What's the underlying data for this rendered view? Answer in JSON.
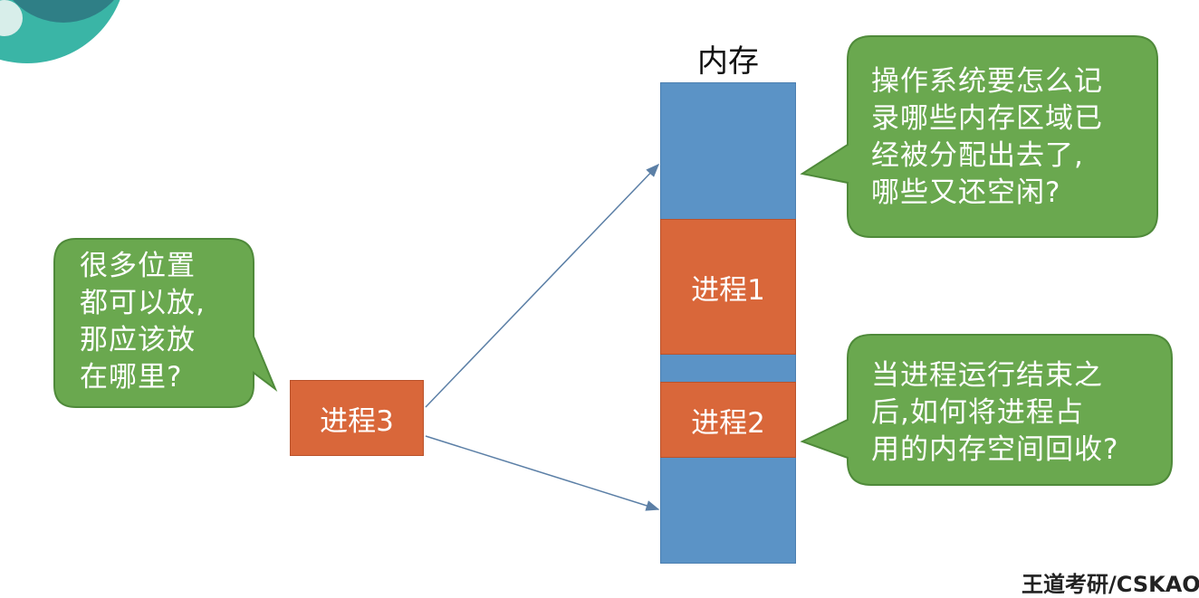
{
  "memory": {
    "title": "内存",
    "blocks": [
      {
        "label": "进程1"
      },
      {
        "label": "进程2"
      }
    ]
  },
  "incoming_process": {
    "label": "进程3"
  },
  "callouts": {
    "top_right": "操作系统要怎么记\n录哪些内存区域已\n经被分配出去了,\n哪些又还空闲?",
    "left": "很多位置\n都可以放,\n那应该放\n在哪里?",
    "bottom_right": "当进程运行结束之\n后,如何将进程占\n用的内存空间回收?"
  },
  "watermark": "王道考研/CSKAOYAN",
  "colors": {
    "memory_free": "#5b93c6",
    "process_block": "#d9673a",
    "callout_fill": "#6aa84f",
    "arrow": "#5b7fa6"
  }
}
